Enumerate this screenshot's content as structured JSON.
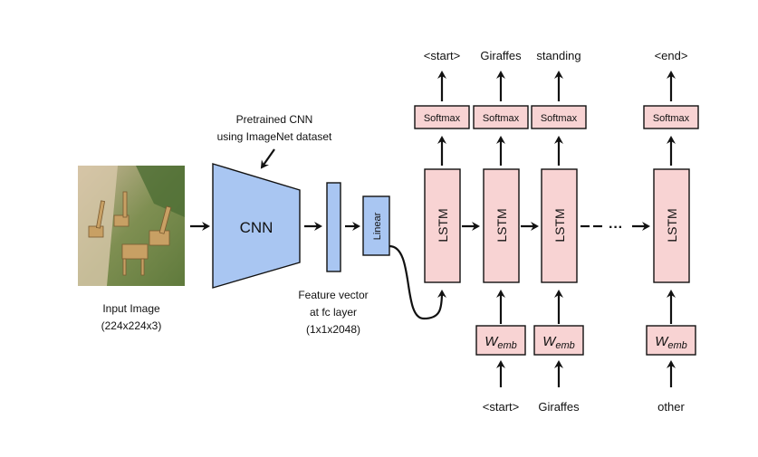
{
  "diagram": {
    "input_image": {
      "caption_line1": "Input Image",
      "caption_line2": "(224x224x3)"
    },
    "cnn": {
      "label": "CNN",
      "note_line1": "Pretrained CNN",
      "note_line2": "using ImageNet dataset"
    },
    "feature_vector": {
      "line1": "Feature vector",
      "line2": "at fc layer",
      "line3": "(1x1x2048)"
    },
    "linear": {
      "label": "Linear"
    },
    "lstm_label": "LSTM",
    "softmax_label": "Softmax",
    "emb_label_main": "W",
    "emb_label_sub": "emb",
    "ellipsis": "···",
    "top_words": [
      "<start>",
      "Giraffes",
      "standing",
      "<end>"
    ],
    "bottom_words": [
      "<start>",
      "Giraffes",
      "other"
    ]
  },
  "colors": {
    "pink": "#f8d3d3",
    "blue": "#a9c6f2",
    "outline": "#111111"
  }
}
